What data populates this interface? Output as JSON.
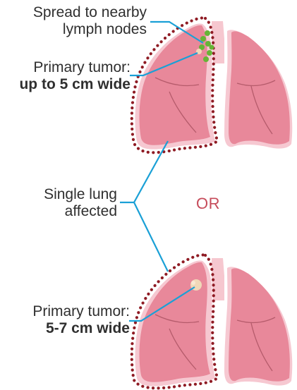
{
  "labels": {
    "spread_line1": "Spread to nearby",
    "spread_line2": "lymph nodes",
    "primary_top_line1": "Primary tumor:",
    "primary_top_line2": "up to 5 cm wide",
    "single_line1": "Single lung",
    "single_line2": "affected",
    "or": "OR",
    "primary_bottom_line1": "Primary tumor:",
    "primary_bottom_line2": "5-7 cm wide"
  },
  "colors": {
    "lung_fill": "#e8889a",
    "lung_shadow": "#f6c8d1",
    "lung_vein": "#b55b6b",
    "trachea": "#f6c7cf",
    "dotted_outline": "#8f1b24",
    "leader_line": "#1aa0d6",
    "lymph_node": "#66b436",
    "tumor": "#f0d8b8",
    "text": "#2f2f2f",
    "or_text": "#c64b5a"
  }
}
